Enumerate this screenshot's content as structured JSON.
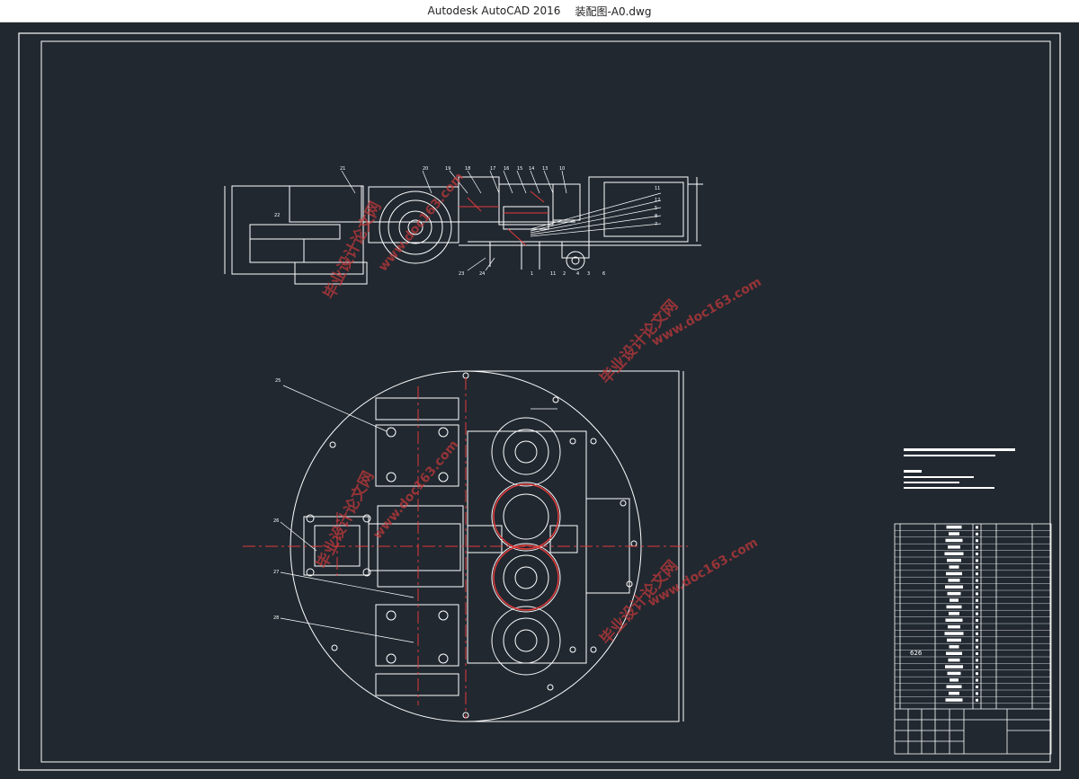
{
  "window": {
    "app_title": "Autodesk AutoCAD 2016",
    "file_name": "装配图-A0.dwg"
  },
  "watermark": {
    "name_text": "毕业设计论文网",
    "url_text": "www.doc163.com"
  },
  "drawing": {
    "top_view_labels": [
      "21",
      "22",
      "23",
      "24",
      "20",
      "19",
      "17",
      "16",
      "15",
      "14",
      "13",
      "12",
      "11",
      "10",
      "9",
      "8",
      "7",
      "6",
      "5",
      "4",
      "3",
      "2",
      "1"
    ],
    "bottom_view_labels": [
      "25",
      "26",
      "27",
      "28"
    ],
    "parts_table_note": "626"
  },
  "colors": {
    "background": "#212830",
    "line": "#ffffff",
    "centerline": "#e03a3a",
    "accent": "#c83a3a"
  }
}
